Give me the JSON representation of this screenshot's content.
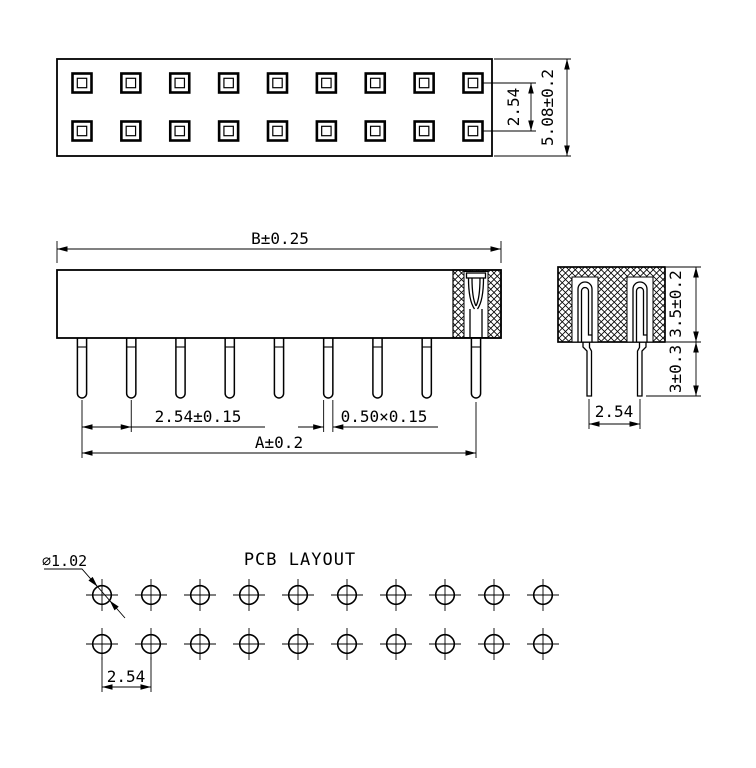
{
  "colors": {
    "background": "#ffffff",
    "line": "#000000"
  },
  "top_view": {
    "description": "connector top view with square socket openings",
    "pin_columns": 9,
    "pin_rows": 2,
    "labels": {
      "row_pitch": "2.54",
      "body_height": "5.08±0.2"
    }
  },
  "front_view": {
    "description": "connector front view, sectioned at right end",
    "pin_count": 9,
    "labels": {
      "overall_width": "B±0.25",
      "pin_pitch": "2.54±0.15",
      "pin_cross_section": "0.50×0.15",
      "pin_span": "A±0.2"
    }
  },
  "side_view": {
    "description": "connector side section view with two bent legs",
    "labels": {
      "body_height": "3.5±0.2",
      "pin_length": "3±0.3",
      "row_pitch": "2.54"
    }
  },
  "pcb_layout": {
    "title": "PCB LAYOUT",
    "hole_columns": 10,
    "hole_rows": 2,
    "labels": {
      "hole_diameter": "⌀1.02",
      "hole_pitch": "2.54"
    }
  }
}
